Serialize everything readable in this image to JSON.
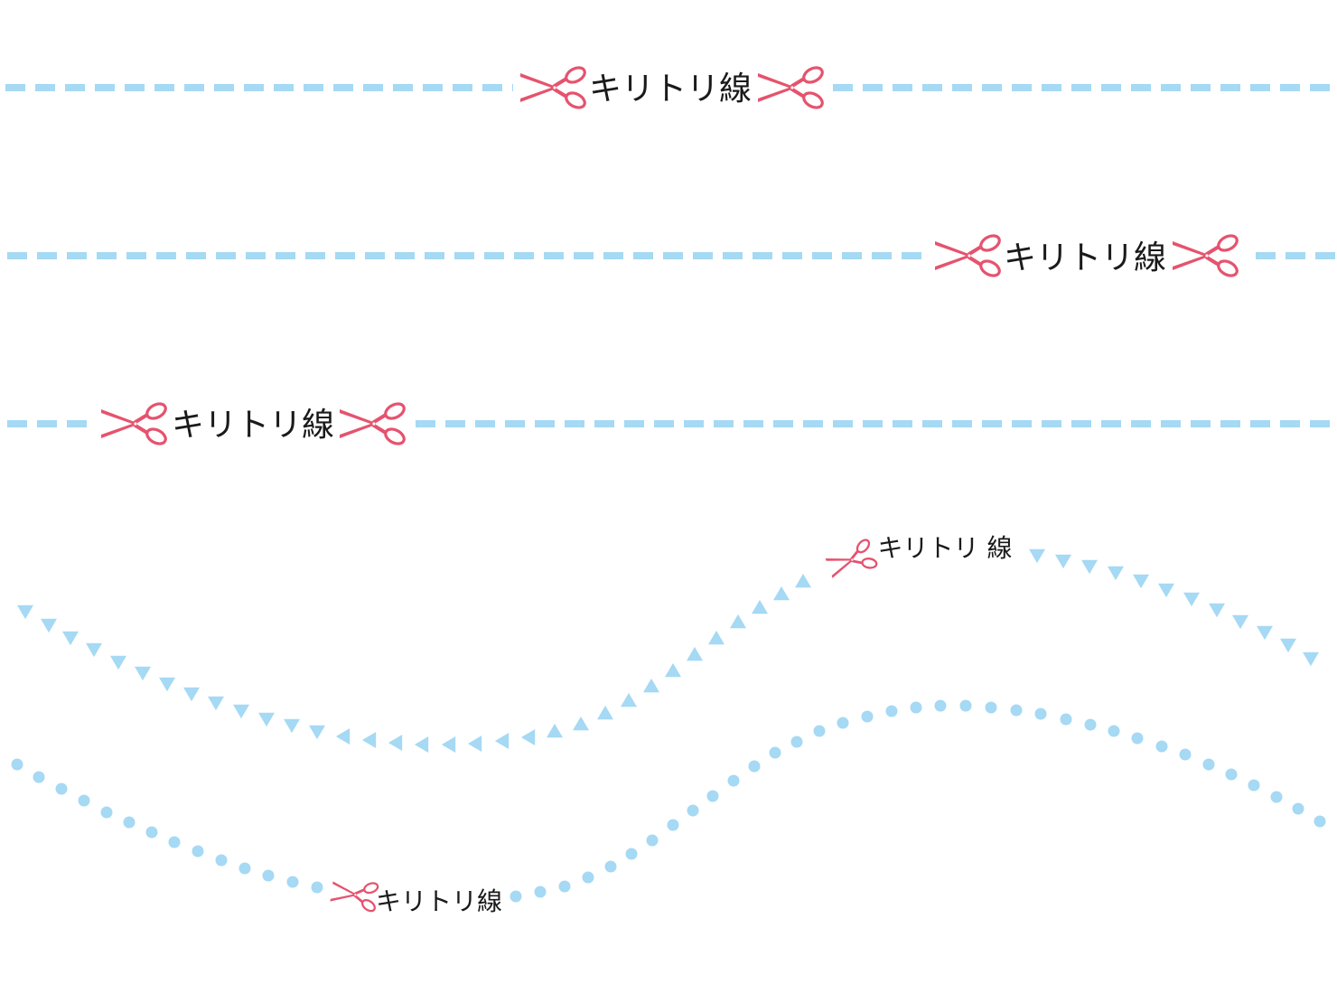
{
  "colors": {
    "line": "#a5d9f4",
    "scissors": "#e5536e",
    "text": "#1a1a1a",
    "background": "#ffffff"
  },
  "icons": [
    "scissors-icon"
  ],
  "cut_lines": [
    {
      "style": "dashed",
      "label": "キリトリ線"
    },
    {
      "style": "dashed",
      "label": "キリトリ線"
    },
    {
      "style": "dashed",
      "label": "キリトリ線"
    },
    {
      "style": "triangle-wave",
      "label": "キリトリ 線"
    },
    {
      "style": "dotted-wave",
      "label": "キリトリ線"
    }
  ]
}
